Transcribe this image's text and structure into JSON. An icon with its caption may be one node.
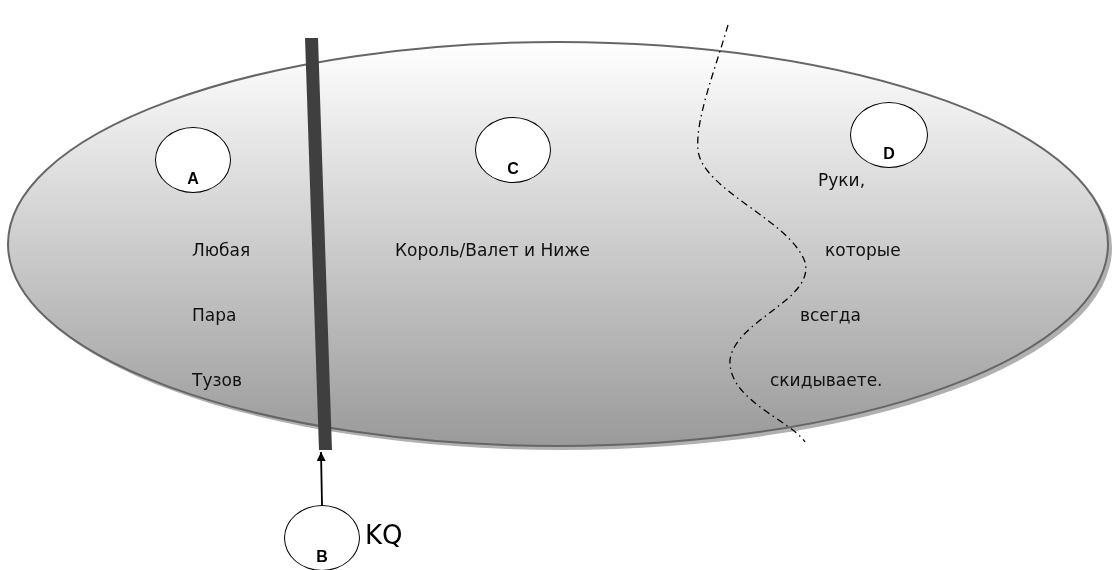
{
  "diagram": {
    "nodes": [
      {
        "text": [],
        "shape": "ellipse"
      },
      {
        "text": [
          "A"
        ],
        "in": 0
      },
      {
        "text": [],
        "shape": "bar",
        "in": 0
      },
      {
        "text": [
          "C"
        ],
        "in": 0
      },
      {
        "text": [
          "D"
        ],
        "in": 0
      },
      {
        "text": [
          "B"
        ],
        "beside": [
          "KQ"
        ]
      }
    ],
    "edges": [
      {
        "from": 5,
        "to": 2,
        "arrow": "to"
      }
    ],
    "labels": [
      "Любая",
      "Пара",
      "Тузов",
      "Король/Валет и Ниже",
      "Руки,",
      "которые",
      "всегда",
      "скидываете."
    ]
  }
}
